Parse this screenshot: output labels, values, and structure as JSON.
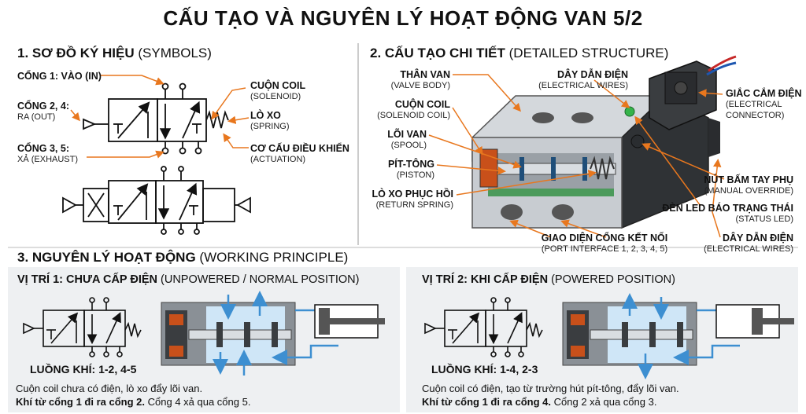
{
  "title": "CẤU TẠO VÀ NGUYÊN LÝ HOẠT ĐỘNG VAN 5/2",
  "sec1": {
    "main": "1. SƠ ĐỒ KÝ HIỆU",
    "sub": "(SYMBOLS)"
  },
  "sec2": {
    "main": "2. CẤU TẠO CHI TIẾT",
    "sub": "(DETAILED STRUCTURE)"
  },
  "sec3": {
    "main": "3. NGUYÊN LÝ HOẠT ĐỘNG",
    "sub": "(WORKING PRINCIPLE)"
  },
  "symbols": {
    "port1": "CỔNG 1: VÀO (IN)",
    "port24_main": "CỔNG 2, 4:",
    "port24_sub": "RA (OUT)",
    "port35_main": "CỔNG 3, 5:",
    "port35_sub": "XẢ (EXHAUST)",
    "coil_main": "CUỘN COIL",
    "coil_sub": "(SOLENOID)",
    "spring_main": "LÒ XO",
    "spring_sub": "(SPRING)",
    "act_main": "CƠ CẤU ĐIỀU KHIỂN",
    "act_sub": "(ACTUATION)"
  },
  "structure": {
    "body_main": "THÂN VAN",
    "body_sub": "(VALVE BODY)",
    "coil_main": "CUỘN COIL",
    "coil_sub": "(SOLENOID COIL)",
    "spool_main": "LÕI VAN",
    "spool_sub": "(SPOOL)",
    "piston_main": "PÍT-TÔNG",
    "piston_sub": "(PISTON)",
    "rspring_main": "LÒ XO PHỤC HỒI",
    "rspring_sub": "(RETURN SPRING)",
    "wires_main": "DÂY DẪN ĐIỆN",
    "wires_sub": "(ELECTRICAL WIRES)",
    "conn_main": "GIẮC CẮM ĐIỆN",
    "conn_sub1": "(ELECTRICAL",
    "conn_sub2": "CONNECTOR)",
    "manual_main": "NÚT BẤM TAY PHỤ",
    "manual_sub": "(MANUAL OVERRIDE)",
    "led_main": "ĐÈN LED BÁO TRẠNG THÁI",
    "led_sub": "(STATUS LED)",
    "wires2_main": "DÂY DẪN ĐIỆN",
    "wires2_sub": "(ELECTRICAL WIRES)",
    "port_main": "GIAO DIỆN CỔNG KẾT NỐI",
    "port_sub": "(PORT INTERFACE 1, 2, 3, 4, 5)"
  },
  "pos1": {
    "head_main": "VỊ TRÍ 1: CHƯA CẤP ĐIỆN",
    "head_sub": "(UNPOWERED / NORMAL POSITION)",
    "flow": "LUỒNG KHÍ: 1-2, 4-5",
    "line1": "Cuộn coil chưa có điện, lò xo đẩy lõi van.",
    "line2_bold": "Khí từ cổng 1 đi ra cổng 2.",
    "line2_rest": "Cổng 4 xả qua cổng 5."
  },
  "pos2": {
    "head_main": "VỊ TRÍ 2: KHI CẤP ĐIỆN",
    "head_sub": "(POWERED POSITION)",
    "flow": "LUỒNG KHÍ: 1-4, 2-3",
    "line1": "Cuộn coil có điện, tạo từ trường hút pít-tông, đẩy lõi van.",
    "line2_bold": "Khí từ cổng 1 đi ra cổng 4.",
    "line2_rest": "Cổng 2 xả qua cổng 3."
  },
  "colors": {
    "accent": "#e8771e",
    "air": "#3d8fd1",
    "coil": "#c8501a",
    "body": "#c8ccd1",
    "dark": "#3a3d40",
    "led": "#35b34a"
  }
}
